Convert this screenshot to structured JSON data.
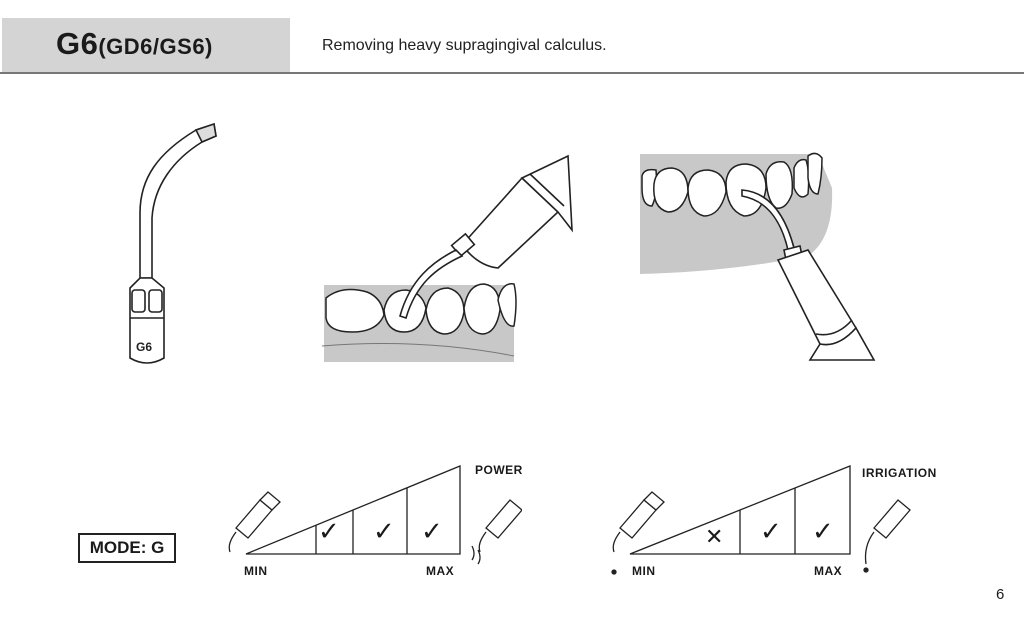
{
  "header": {
    "code": "G6",
    "variants": "(GD6/GS6)",
    "description": "Removing heavy supragingival calculus."
  },
  "tip": {
    "label": "G6"
  },
  "mode": {
    "label": "MODE: G"
  },
  "power_scale": {
    "title": "POWER",
    "min_label": "MIN",
    "max_label": "MAX",
    "marks": [
      "✓",
      "✓",
      "✓"
    ]
  },
  "irrigation_scale": {
    "title": "IRRIGATION",
    "min_label": "MIN",
    "max_label": "MAX",
    "marks": [
      "✕",
      "✓",
      "✓"
    ]
  },
  "page_number": "6"
}
